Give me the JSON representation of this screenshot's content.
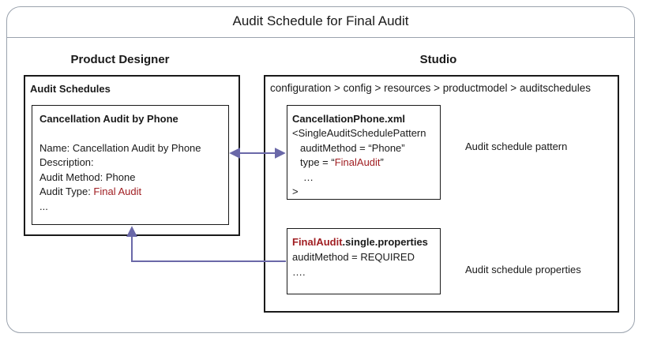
{
  "title": "Audit Schedule for Final Audit",
  "left": {
    "heading": "Product Designer",
    "panel_label": "Audit Schedules",
    "card": {
      "title": "Cancellation Audit by Phone",
      "name_line": "Name: Cancellation Audit by Phone",
      "description_line": "Description:",
      "audit_method_line": "Audit Method: Phone",
      "audit_type_prefix": "Audit Type: ",
      "audit_type_value": "Final Audit",
      "ellipsis": "..."
    }
  },
  "right": {
    "heading": "Studio",
    "path": "configuration > config > resources > productmodel > auditschedules",
    "xml_card": {
      "filename": "CancellationPhone.xml",
      "line1": "<SingleAuditSchedulePattern",
      "line2": "auditMethod = “Phone”",
      "line3_prefix": "type = “",
      "line3_value": "FinalAudit",
      "line3_suffix": "”",
      "line4": "…",
      "line5": ">"
    },
    "xml_label": "Audit schedule pattern",
    "props_card": {
      "filename_red": "FinalAudit",
      "filename_rest": ".single.properties",
      "line1": "auditMethod = REQUIRED",
      "line2": "…."
    },
    "props_label": "Audit schedule properties"
  },
  "colors": {
    "accent_red": "#a01e22",
    "arrow": "#6a68a8",
    "frame": "#9aa2ad"
  }
}
